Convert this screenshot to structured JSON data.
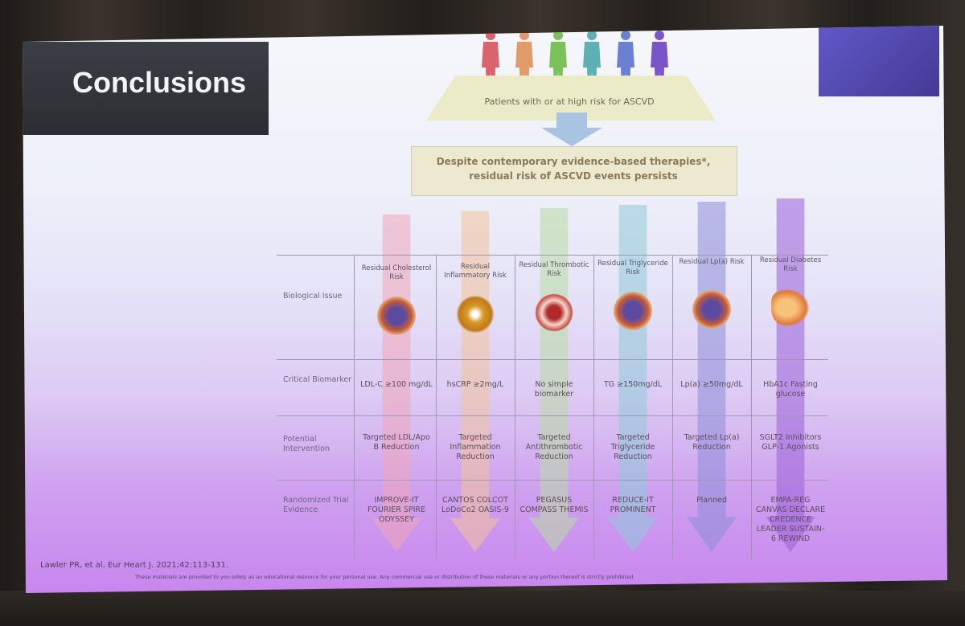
{
  "slide": {
    "title": "Conclusions",
    "patients_label": "Patients with or at high risk for ASCVD",
    "box_line1": "Despite contemporary evidence-based therapies*,",
    "box_line2": "residual risk of ASCVD events persists",
    "row_labels": {
      "biological": "Biological Issue",
      "biomarker": "Critical Biomarker",
      "intervention": "Potential Intervention",
      "trials": "Randomized Trial Evidence"
    },
    "columns": [
      {
        "header": "Residual Cholesterol Risk",
        "color": "#f0a6b8",
        "biomarker": "LDL-C ≥100 mg/dL",
        "intervention": "Targeted LDL/Apo B Reduction",
        "trials": "IMPROVE-IT FOURIER SPIRE ODYSSEY"
      },
      {
        "header": "Residual Inflammatory Risk",
        "color": "#f3c39a",
        "biomarker": "hsCRP ≥2mg/L",
        "intervention": "Targeted Inflammation Reduction",
        "trials": "CANTOS COLCOT LoDoCo2 OASIS-9"
      },
      {
        "header": "Residual Thrombotic Risk",
        "color": "#b9dca2",
        "biomarker": "No simple biomarker",
        "intervention": "Targeted Antithrombotic Reduction",
        "trials": "PEGASUS COMPASS THEMIS"
      },
      {
        "header": "Residual Triglyceride Risk",
        "color": "#8fcbd7",
        "biomarker": "TG ≥150mg/dL",
        "intervention": "Targeted Triglyceride Reduction",
        "trials": "REDUCE-IT PROMINENT"
      },
      {
        "header": "Residual Lp(a) Risk",
        "color": "#8c8ed8",
        "biomarker": "Lp(a) ≥50mg/dL",
        "intervention": "Targeted Lp(a) Reduction",
        "trials": "Planned"
      },
      {
        "header": "Residual Diabetes Risk",
        "color": "#9a5fd8",
        "biomarker": "HbA1c Fasting glucose",
        "intervention": "SGLT2 Inhibitors GLP-1 Agonists",
        "trials": "EMPA-REG CANVAS DECLARE CREDENCE LEADER SUSTAIN-6 REWIND"
      }
    ],
    "citation": "Lawler PR, et al. Eur Heart J. 2021;42:113-131.",
    "disclaimer": "These materials are provided to you solely as an educational resource for your personal use. Any commercial use or distribution of these materials or any portion thereof is strictly prohibited."
  },
  "figure_colors": [
    "#d9646e",
    "#e39a6a",
    "#7bc25a",
    "#5fb0b4",
    "#6d7fd0",
    "#7a55c9"
  ]
}
